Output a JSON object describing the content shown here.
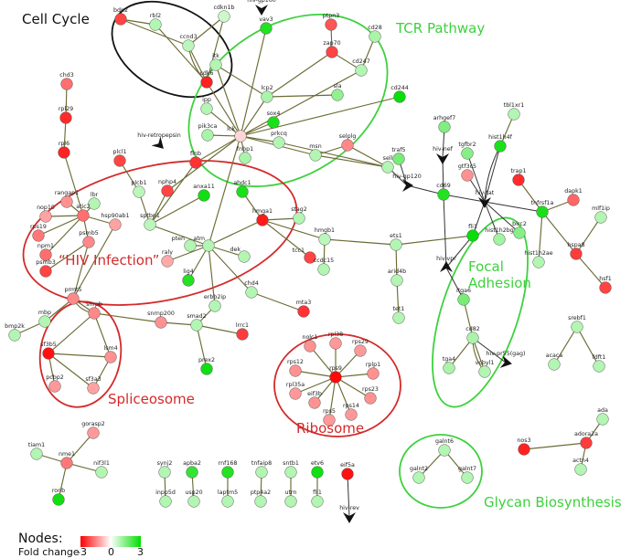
{
  "clusters": [
    {
      "id": "cell-cycle",
      "label": "Cell Cycle",
      "color": "#111111"
    },
    {
      "id": "tcr",
      "label": "TCR Pathway",
      "color": "#3dd13d"
    },
    {
      "id": "hiv",
      "label": "“HIV Infection”",
      "color": "#d42a2a"
    },
    {
      "id": "focal",
      "label": "Focal Adhesion",
      "color": "#3dd13d"
    },
    {
      "id": "splice",
      "label": "Spliceosome",
      "color": "#d42a2a"
    },
    {
      "id": "ribo",
      "label": "Ribosome",
      "color": "#d42a2a"
    },
    {
      "id": "glycan",
      "label": "Glycan Biosynthesis",
      "color": "#3dd13d"
    }
  ],
  "nodes": [
    {
      "id": "cdkn1b",
      "label": "cdkn1b",
      "fc": 0.6
    },
    {
      "id": "bdp2",
      "label": "bdp2",
      "fc": -2.2
    },
    {
      "id": "rbl2",
      "label": "rbl2",
      "fc": 0.9
    },
    {
      "id": "ccnd3",
      "label": "ccnd3",
      "fc": 0.8
    },
    {
      "id": "cdk6",
      "label": "cdk6",
      "fc": -2.6
    },
    {
      "id": "hiv-gp160",
      "label": "hiv-gp160",
      "fc": null
    },
    {
      "id": "vav3",
      "label": "vav3",
      "fc": 2.6
    },
    {
      "id": "ptpn3",
      "label": "ptpn3",
      "fc": -2.0
    },
    {
      "id": "cd28",
      "label": "cd28",
      "fc": 1.0
    },
    {
      "id": "itk",
      "label": "itk",
      "fc": 0.9
    },
    {
      "id": "zap70",
      "label": "zap70",
      "fc": -2.2
    },
    {
      "id": "cd247",
      "label": "cd247",
      "fc": 0.9
    },
    {
      "id": "lcp2",
      "label": "lcp2",
      "fc": 1.0
    },
    {
      "id": "sla",
      "label": "sla",
      "fc": 1.3
    },
    {
      "id": "cd244",
      "label": "cd244",
      "fc": 2.9
    },
    {
      "id": "ipp",
      "label": "ipp",
      "fc": 0.9
    },
    {
      "id": "sox4",
      "label": "sox4",
      "fc": 2.7
    },
    {
      "id": "pik3ca",
      "label": "pik3ca",
      "fc": 1.0
    },
    {
      "id": "lck",
      "label": "lck",
      "fc": -0.5
    },
    {
      "id": "prkcq",
      "label": "prkcq",
      "fc": 0.9
    },
    {
      "id": "fnbp1",
      "label": "fnbp1",
      "fc": 1.0
    },
    {
      "id": "msn",
      "label": "msn",
      "fc": 0.9
    },
    {
      "id": "selplg",
      "label": "selplg",
      "fc": -1.4
    },
    {
      "id": "sell",
      "label": "sell",
      "fc": 0.9
    },
    {
      "id": "hiv-retropepsin",
      "label": "hiv-retropepsin",
      "fc": null
    },
    {
      "id": "flnb",
      "label": "flnb",
      "fc": -2.4
    },
    {
      "id": "chd3",
      "label": "chd3",
      "fc": -1.7
    },
    {
      "id": "rpl29",
      "label": "rpl29",
      "fc": -2.5
    },
    {
      "id": "rpl6",
      "label": "rpl6",
      "fc": -2.6
    },
    {
      "id": "plcl1",
      "label": "plcl1",
      "fc": -2.2
    },
    {
      "id": "plcb1",
      "label": "plcb1",
      "fc": 0.8
    },
    {
      "id": "nphp4",
      "label": "nphp4",
      "fc": -2.2
    },
    {
      "id": "anxa11",
      "label": "anxa11",
      "fc": 2.8
    },
    {
      "id": "ahdc1",
      "label": "ahdc1",
      "fc": 2.7
    },
    {
      "id": "rangap1",
      "label": "rangap1",
      "fc": -1.3
    },
    {
      "id": "lbr",
      "label": "lbr",
      "fc": 0.9
    },
    {
      "id": "nop10",
      "label": "nop10",
      "fc": -1.1
    },
    {
      "id": "atic2",
      "label": "atic2",
      "fc": -1.7
    },
    {
      "id": "hsp90ab1",
      "label": "hsp90ab1",
      "fc": -1.1
    },
    {
      "id": "sptbn1",
      "label": "sptbn1",
      "fc": 0.8
    },
    {
      "id": "rps19",
      "label": "rps19",
      "fc": -1.6
    },
    {
      "id": "npm1",
      "label": "npm1",
      "fc": -1.7
    },
    {
      "id": "psmb5",
      "label": "psmb5",
      "fc": -1.4
    },
    {
      "id": "psmb3",
      "label": "psmb3",
      "fc": -2.2
    },
    {
      "id": "pten",
      "label": "pten",
      "fc": 0.9
    },
    {
      "id": "atm",
      "label": "atm",
      "fc": 0.9
    },
    {
      "id": "hmga1",
      "label": "hmga1",
      "fc": -2.7
    },
    {
      "id": "stag2",
      "label": "stag2",
      "fc": 0.9
    },
    {
      "id": "raly",
      "label": "raly",
      "fc": -1.0
    },
    {
      "id": "dek",
      "label": "dek",
      "fc": 0.9
    },
    {
      "id": "tcc1",
      "label": "tcc1",
      "fc": -2.2
    },
    {
      "id": "lig4",
      "label": "lig4",
      "fc": 2.6
    },
    {
      "id": "chd4",
      "label": "chd4",
      "fc": 0.9
    },
    {
      "id": "erbb2ip",
      "label": "erbb2ip",
      "fc": 0.9
    },
    {
      "id": "mta3",
      "label": "mta3",
      "fc": -2.4
    },
    {
      "id": "prmt5",
      "label": "prmt5",
      "fc": -1.4
    },
    {
      "id": "mbp",
      "label": "mbp",
      "fc": 0.9
    },
    {
      "id": "bmp2k",
      "label": "bmp2k",
      "fc": 0.9
    },
    {
      "id": "snrpb",
      "label": "snrpb",
      "fc": -1.4
    },
    {
      "id": "snrnp200",
      "label": "snrnp200",
      "fc": -1.3
    },
    {
      "id": "smad2",
      "label": "smad2",
      "fc": 0.9
    },
    {
      "id": "lrrc1",
      "label": "lrrc1",
      "fc": -2.3
    },
    {
      "id": "prex2",
      "label": "prex2",
      "fc": 2.8
    },
    {
      "id": "sf3b5",
      "label": "sf3b5",
      "fc": -2.8
    },
    {
      "id": "lsm4",
      "label": "lsm4",
      "fc": -1.3
    },
    {
      "id": "pcbp2",
      "label": "pcbp2",
      "fc": -1.2
    },
    {
      "id": "sf3a3",
      "label": "sf3a3",
      "fc": -1.1
    },
    {
      "id": "hmgb1",
      "label": "hmgb1",
      "fc": 0.8
    },
    {
      "id": "ccdc15",
      "label": "ccdc15",
      "fc": 0.9
    },
    {
      "id": "ets1",
      "label": "ets1",
      "fc": 0.9
    },
    {
      "id": "arid4b",
      "label": "arid4b",
      "fc": 0.9
    },
    {
      "id": "tet1",
      "label": "tet1",
      "fc": 0.9
    },
    {
      "id": "traf5",
      "label": "traf5",
      "fc": 1.6
    },
    {
      "id": "arhgef7",
      "label": "arhgef7",
      "fc": 1.5
    },
    {
      "id": "hiv-nef",
      "label": "hiv-nef",
      "fc": null
    },
    {
      "id": "hiv-gp120",
      "label": "hiv-gp120",
      "fc": null
    },
    {
      "id": "cd69",
      "label": "cd69",
      "fc": 2.6
    },
    {
      "id": "tbl1xr1",
      "label": "tbl1xr1",
      "fc": 0.9
    },
    {
      "id": "hist1h4f",
      "label": "hist1h4f",
      "fc": 2.7
    },
    {
      "id": "tgfbr2",
      "label": "tgfbr2",
      "fc": 1.4
    },
    {
      "id": "gtf3c5",
      "label": "gtf3c5",
      "fc": -1.3
    },
    {
      "id": "trap1",
      "label": "trap1",
      "fc": -2.5
    },
    {
      "id": "hiv-tat",
      "label": "hiv-tat",
      "fc": null
    },
    {
      "id": "tnfrsf1a",
      "label": "tnfrsf1a",
      "fc": 2.7
    },
    {
      "id": "dapk1",
      "label": "dapk1",
      "fc": -1.8
    },
    {
      "id": "mlf1ip",
      "label": "mlf1ip",
      "fc": 0.9
    },
    {
      "id": "birc2",
      "label": "birc2",
      "fc": 1.4
    },
    {
      "id": "fli1",
      "label": "fli1",
      "fc": 2.9
    },
    {
      "id": "hist1h2bg",
      "label": "hist1h2bg",
      "fc": 1.1
    },
    {
      "id": "hspa8",
      "label": "hspa8",
      "fc": -2.3
    },
    {
      "id": "hist1h2ae",
      "label": "hist1h2ae",
      "fc": 0.9
    },
    {
      "id": "hsf1",
      "label": "hsf1",
      "fc": -2.2
    },
    {
      "id": "hiv-vpr",
      "label": "hiv-vpr",
      "fc": null
    },
    {
      "id": "itga6",
      "label": "itga6",
      "fc": 1.6
    },
    {
      "id": "cd82",
      "label": "cd82",
      "fc": 1.0
    },
    {
      "id": "hiv-pr55",
      "label": "hiv-pr55(gag)",
      "fc": null
    },
    {
      "id": "tga4",
      "label": "tga4",
      "fc": 1.0
    },
    {
      "id": "vcbyl1",
      "label": "vcbyl1",
      "fc": 0.9
    },
    {
      "id": "srebf1",
      "label": "srebf1",
      "fc": 0.9
    },
    {
      "id": "acaca",
      "label": "acaca",
      "fc": 0.9
    },
    {
      "id": "fdft1",
      "label": "fdft1",
      "fc": 0.9
    },
    {
      "id": "rpl38",
      "label": "rpl38",
      "fc": -1.2
    },
    {
      "id": "nolc1",
      "label": "nolc1",
      "fc": -1.3
    },
    {
      "id": "rps29",
      "label": "rps29",
      "fc": -1.2
    },
    {
      "id": "rps12",
      "label": "rps12",
      "fc": -1.3
    },
    {
      "id": "rps9",
      "label": "rps9",
      "fc": -2.9
    },
    {
      "id": "rplp1",
      "label": "rplp1",
      "fc": -1.3
    },
    {
      "id": "rpl35a",
      "label": "rpl35a",
      "fc": -1.2
    },
    {
      "id": "eif3b",
      "label": "eif3b",
      "fc": -1.3
    },
    {
      "id": "rps23",
      "label": "rps23",
      "fc": -1.3
    },
    {
      "id": "rps14",
      "label": "rps14",
      "fc": -1.2
    },
    {
      "id": "rps5",
      "label": "rps5",
      "fc": -1.2
    },
    {
      "id": "ada",
      "label": "ada",
      "fc": 0.9
    },
    {
      "id": "adora2a",
      "label": "adora2a",
      "fc": -2.3
    },
    {
      "id": "nos3",
      "label": "nos3",
      "fc": -2.6
    },
    {
      "id": "actn4",
      "label": "actn4",
      "fc": 0.9
    },
    {
      "id": "galnt6",
      "label": "galnt6",
      "fc": 0.9
    },
    {
      "id": "galnt2",
      "label": "galnt2",
      "fc": 0.9
    },
    {
      "id": "galnt7",
      "label": "galnt7",
      "fc": 0.9
    },
    {
      "id": "gorasp2",
      "label": "gorasp2",
      "fc": -1.2
    },
    {
      "id": "tiam1",
      "label": "tiam1",
      "fc": 0.9
    },
    {
      "id": "nme1",
      "label": "nme1",
      "fc": -1.6
    },
    {
      "id": "nif3l1",
      "label": "nif3l1",
      "fc": 0.9
    },
    {
      "id": "ronb",
      "label": "ronb",
      "fc": 2.8
    },
    {
      "id": "synj2",
      "label": "synj2",
      "fc": 0.9
    },
    {
      "id": "inpp5d",
      "label": "inpp5d",
      "fc": 0.9
    },
    {
      "id": "apba2",
      "label": "apba2",
      "fc": 2.4
    },
    {
      "id": "usp20",
      "label": "usp20",
      "fc": 0.9
    },
    {
      "id": "rnf168",
      "label": "rnf168",
      "fc": 2.6
    },
    {
      "id": "laptm5",
      "label": "laptm5",
      "fc": 0.9
    },
    {
      "id": "tnfaip8",
      "label": "tnfaip8",
      "fc": 0.9
    },
    {
      "id": "ptp4a2",
      "label": "ptp4a2",
      "fc": 0.9
    },
    {
      "id": "sntb1",
      "label": "sntb1",
      "fc": 0.9
    },
    {
      "id": "utrn",
      "label": "utrn",
      "fc": 0.9
    },
    {
      "id": "etv6",
      "label": "etv6",
      "fc": 2.8
    },
    {
      "id": "fli1b",
      "label": "fli1",
      "fc": 0.9
    },
    {
      "id": "eif5a",
      "label": "eif5a",
      "fc": -2.8
    },
    {
      "id": "hiv-rev",
      "label": "hiv-rev",
      "fc": null
    }
  ],
  "edges": [
    [
      "bdp2",
      "rbl2"
    ],
    [
      "bdp2",
      "ccnd3"
    ],
    [
      "cdkn1b",
      "ccnd3"
    ],
    [
      "cdkn1b",
      "cdk6"
    ],
    [
      "ccnd3",
      "cdk6"
    ],
    [
      "ccnd3",
      "cdk6"
    ],
    [
      "rbl2",
      "cdk6"
    ],
    [
      "cdk6",
      "lck"
    ],
    [
      "itk",
      "lck"
    ],
    [
      "vav3",
      "lck"
    ],
    [
      "lcp2",
      "lck"
    ],
    [
      "lcp2",
      "zap70"
    ],
    [
      "zap70",
      "cd247"
    ],
    [
      "cd247",
      "cd28"
    ],
    [
      "cd247",
      "lck"
    ],
    [
      "ptpn3",
      "zap70"
    ],
    [
      "sla",
      "lcp2"
    ],
    [
      "cd244",
      "lck"
    ],
    [
      "ipp",
      "lck"
    ],
    [
      "sox4",
      "lck"
    ],
    [
      "pik3ca",
      "lck"
    ],
    [
      "lck",
      "prkcq"
    ],
    [
      "lck",
      "fnbp1"
    ],
    [
      "lck",
      "flnb"
    ],
    [
      "lck",
      "msn"
    ],
    [
      "lck",
      "atm"
    ],
    [
      "lck",
      "nphp4"
    ],
    [
      "msn",
      "sell"
    ],
    [
      "selplg",
      "msn"
    ],
    [
      "prkcq",
      "sell"
    ],
    [
      "selplg",
      "sell"
    ],
    [
      "sell",
      "hiv-gp120"
    ],
    [
      "lcp2",
      "itk"
    ],
    [
      "chd3",
      "rpl29"
    ],
    [
      "rpl29",
      "rpl6"
    ],
    [
      "rpl6",
      "atic2"
    ],
    [
      "plcl1",
      "plcb1"
    ],
    [
      "plcb1",
      "sptbn1"
    ],
    [
      "nphp4",
      "sptbn1"
    ],
    [
      "flnb",
      "sptbn1"
    ],
    [
      "anxa11",
      "sptbn1"
    ],
    [
      "ahdc1",
      "hmga1"
    ],
    [
      "rangap1",
      "atic2"
    ],
    [
      "lbr",
      "atic2"
    ],
    [
      "nop10",
      "atic2"
    ],
    [
      "rps19",
      "atic2"
    ],
    [
      "npm1",
      "atic2"
    ],
    [
      "hsp90ab1",
      "atic2"
    ],
    [
      "psmb5",
      "atic2"
    ],
    [
      "psmb5",
      "psmb3"
    ],
    [
      "psmb5",
      "prmt5"
    ],
    [
      "hsp90ab1",
      "prmt5"
    ],
    [
      "sptbn1",
      "atm"
    ],
    [
      "pten",
      "atm"
    ],
    [
      "atm",
      "hmga1"
    ],
    [
      "atm",
      "raly"
    ],
    [
      "atm",
      "dek"
    ],
    [
      "atm",
      "lig4"
    ],
    [
      "atm",
      "chd4"
    ],
    [
      "atm",
      "erbb2ip"
    ],
    [
      "hmga1",
      "stag2"
    ],
    [
      "hmga1",
      "tcc1"
    ],
    [
      "hmga1",
      "hmgb1"
    ],
    [
      "chd4",
      "mta3"
    ],
    [
      "erbb2ip",
      "smad2"
    ],
    [
      "smad2",
      "lrrc1"
    ],
    [
      "smad2",
      "prex2"
    ],
    [
      "smad2",
      "snrnp200"
    ],
    [
      "snrnp200",
      "snrpb"
    ],
    [
      "prmt5",
      "snrpb"
    ],
    [
      "prmt5",
      "snrpb"
    ],
    [
      "prmt5",
      "mbp"
    ],
    [
      "mbp",
      "bmp2k"
    ],
    [
      "snrpb",
      "sf3b5"
    ],
    [
      "snrpb",
      "lsm4"
    ],
    [
      "sf3b5",
      "pcbp2"
    ],
    [
      "sf3b5",
      "sf3a3"
    ],
    [
      "sf3b5",
      "lsm4"
    ],
    [
      "lsm4",
      "sf3a3"
    ],
    [
      "hmgb1",
      "ccdc15"
    ],
    [
      "hmgb1",
      "ets1"
    ],
    [
      "ets1",
      "arid4b"
    ],
    [
      "arid4b",
      "tet1"
    ],
    [
      "ets1",
      "fli1"
    ],
    [
      "traf5",
      "hiv-gp120"
    ],
    [
      "hiv-gp120",
      "cd69"
    ],
    [
      "arhgef7",
      "hiv-nef"
    ],
    [
      "hiv-nef",
      "cd69"
    ],
    [
      "cd69",
      "hiv-tat"
    ],
    [
      "cd69",
      "hiv-vpr"
    ],
    [
      "hiv-tat",
      "tnfrsf1a"
    ],
    [
      "hiv-tat",
      "fli1"
    ],
    [
      "hiv-tat",
      "birc2"
    ],
    [
      "hiv-tat",
      "hist1h2bg"
    ],
    [
      "hiv-tat",
      "tgfbr2"
    ],
    [
      "hiv-tat",
      "hist1h4f"
    ],
    [
      "gtf3c5",
      "hiv-tat"
    ],
    [
      "trap1",
      "tnfrsf1a"
    ],
    [
      "tbl1xr1",
      "hist1h4f"
    ],
    [
      "hist1h4f",
      "hiv-tat"
    ],
    [
      "tnfrsf1a",
      "dapk1"
    ],
    [
      "tnfrsf1a",
      "hspa8"
    ],
    [
      "tnfrsf1a",
      "hist1h2ae"
    ],
    [
      "hspa8",
      "mlf1ip"
    ],
    [
      "hspa8",
      "hsf1"
    ],
    [
      "fli1",
      "hiv-vpr"
    ],
    [
      "hiv-vpr",
      "itga6"
    ],
    [
      "itga6",
      "cd82"
    ],
    [
      "cd82",
      "hiv-pr55"
    ],
    [
      "cd82",
      "tga4"
    ],
    [
      "cd82",
      "vcbyl1"
    ],
    [
      "cd82",
      "vcbyl1"
    ],
    [
      "srebf1",
      "acaca"
    ],
    [
      "srebf1",
      "fdft1"
    ],
    [
      "rps9",
      "rpl38"
    ],
    [
      "rps9",
      "nolc1"
    ],
    [
      "rps9",
      "rps29"
    ],
    [
      "rps9",
      "rps12"
    ],
    [
      "rps9",
      "rplp1"
    ],
    [
      "rps9",
      "rpl35a"
    ],
    [
      "rps9",
      "eif3b"
    ],
    [
      "rps9",
      "rps23"
    ],
    [
      "rps9",
      "rps14"
    ],
    [
      "rps9",
      "rps5"
    ],
    [
      "ada",
      "adora2a"
    ],
    [
      "adora2a",
      "actn4"
    ],
    [
      "adora2a",
      "nos3"
    ],
    [
      "galnt6",
      "galnt2"
    ],
    [
      "galnt6",
      "galnt7"
    ],
    [
      "gorasp2",
      "nme1"
    ],
    [
      "tiam1",
      "nme1"
    ],
    [
      "nme1",
      "nif3l1"
    ],
    [
      "nme1",
      "ronb"
    ],
    [
      "synj2",
      "inpp5d"
    ],
    [
      "apba2",
      "usp20"
    ],
    [
      "rnf168",
      "laptm5"
    ],
    [
      "tnfaip8",
      "ptp4a2"
    ],
    [
      "sntb1",
      "utrn"
    ],
    [
      "etv6",
      "fli1b"
    ],
    [
      "eif5a",
      "hiv-rev"
    ]
  ],
  "legend": {
    "title": "Nodes:",
    "scale_label": "Fold change",
    "min": -3,
    "mid": 0,
    "max": 3,
    "color_low": "#ff0000",
    "color_mid": "#ffffff",
    "color_high": "#00dd00"
  }
}
